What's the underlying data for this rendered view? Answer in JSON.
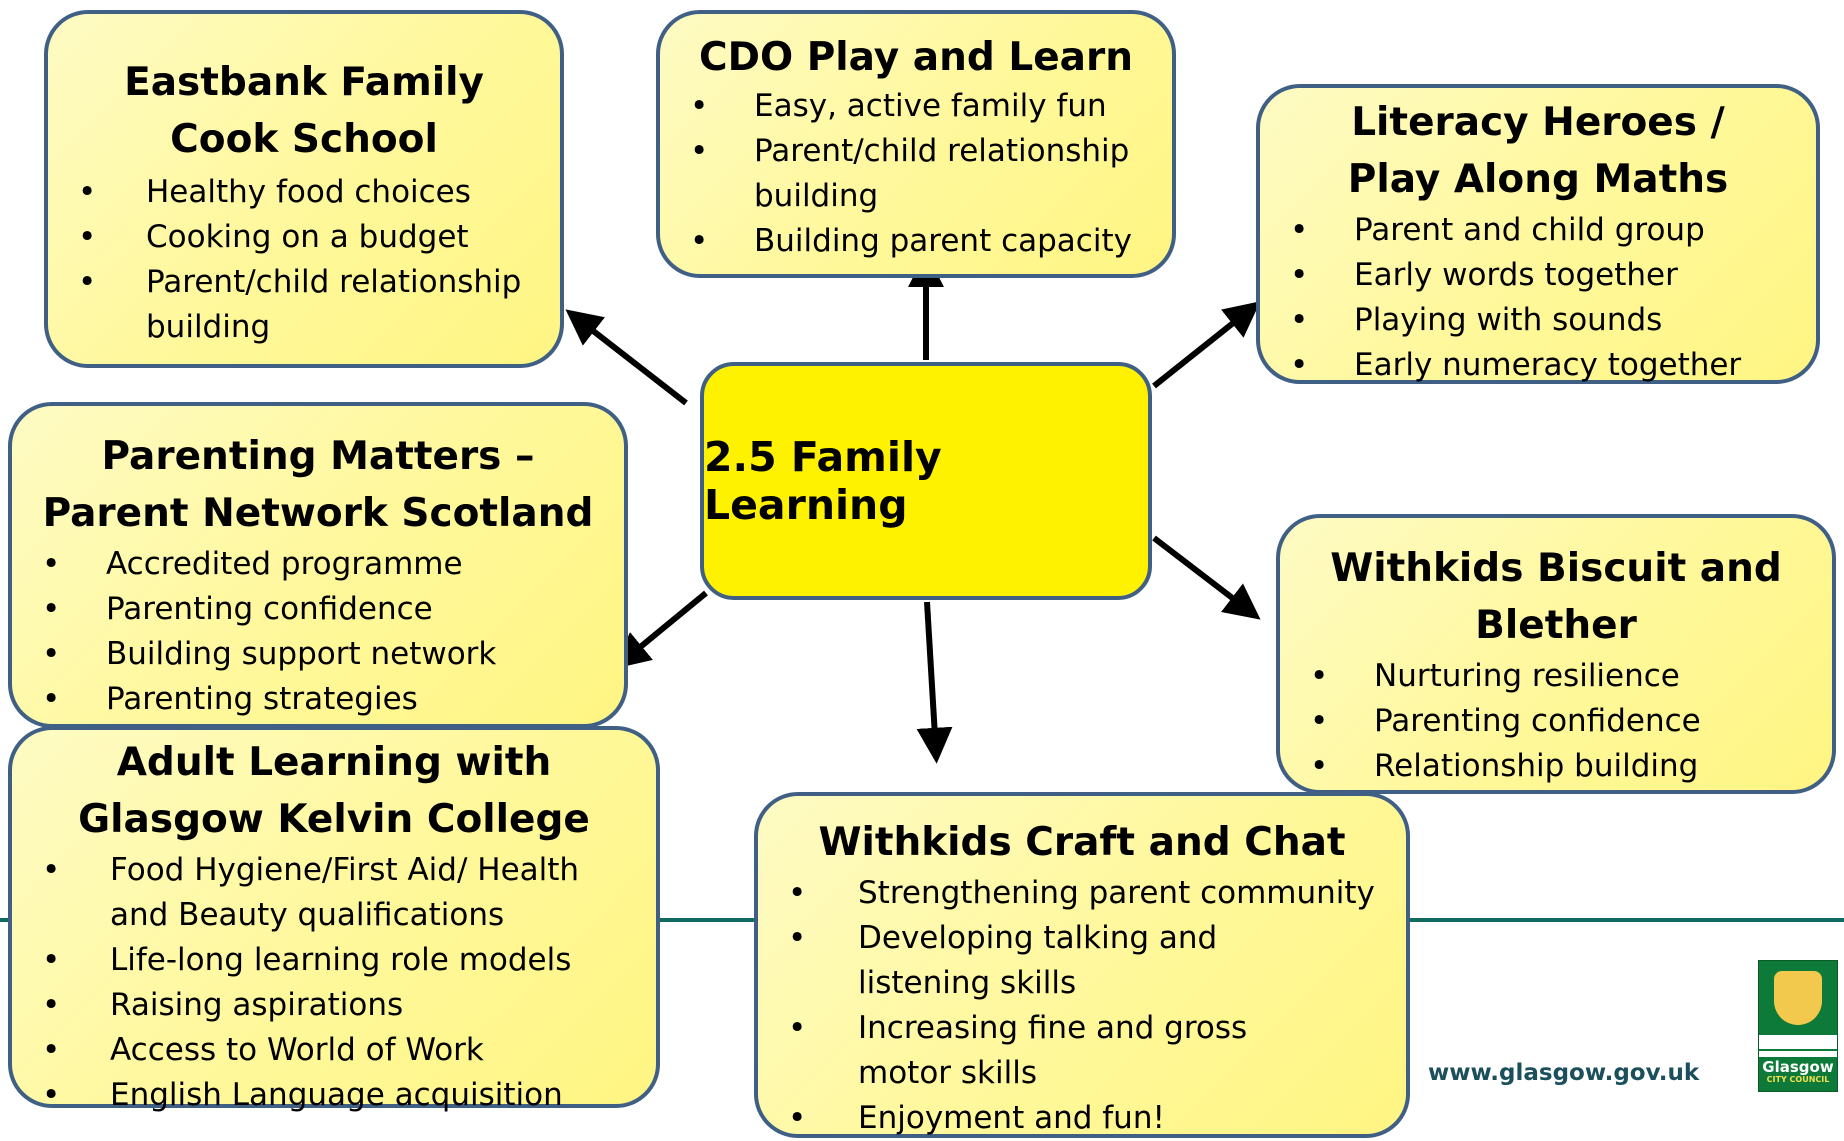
{
  "center": {
    "label": "2.5 Family Learning"
  },
  "boxes": [
    {
      "title": "Eastbank Family Cook School",
      "items": [
        "Healthy food choices",
        "Cooking on a budget",
        "Parent/child relationship building"
      ]
    },
    {
      "title": "CDO Play and Learn",
      "items": [
        "Easy, active family fun",
        "Parent/child relationship building",
        "Building parent capacity"
      ]
    },
    {
      "title": "Literacy Heroes / Play Along Maths",
      "items": [
        "Parent and child group",
        "Early words together",
        "Playing with sounds",
        "Early numeracy together"
      ]
    },
    {
      "title": "Parenting Matters – Parent Network Scotland",
      "items": [
        "Accredited programme",
        "Parenting confidence",
        "Building support network",
        "Parenting strategies"
      ]
    },
    {
      "title": "Withkids Biscuit and Blether",
      "items": [
        "Nurturing resilience",
        "Parenting confidence",
        "Relationship building"
      ]
    },
    {
      "title": "Adult Learning with Glasgow Kelvin College",
      "items": [
        "Food Hygiene/First Aid/ Health and Beauty qualifications",
        "Life-long learning role models",
        "Raising aspirations",
        "Access to World of Work",
        "English Language acquisition"
      ]
    },
    {
      "title": "Withkids Craft and Chat",
      "items": [
        "Strengthening parent community",
        "Developing talking and listening skills",
        "Increasing fine and gross motor skills",
        "Enjoyment and fun!"
      ]
    }
  ],
  "footer": {
    "website": "www.glasgow.gov.uk",
    "logo_text": "Glasgow",
    "logo_subtext": "CITY COUNCIL"
  },
  "colors": {
    "box_fill": "#fff89a",
    "center_fill": "#fff200",
    "border": "#3f5f85",
    "footer_line": "#0f6b5f"
  }
}
